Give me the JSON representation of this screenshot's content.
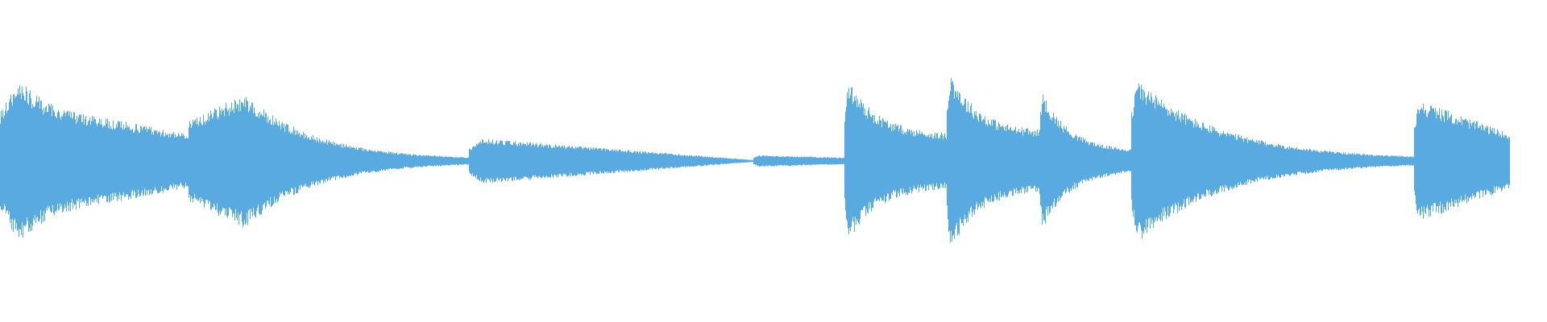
{
  "waveform": {
    "color": "#5aaae2",
    "background": "#ffffff",
    "centerline": 0.5,
    "duration_fraction": 0.976,
    "segments": [
      {
        "start": 0.0,
        "end": 0.122,
        "attack": 0.1,
        "peak": 0.255,
        "sustain": 0.08,
        "decay": "swell"
      },
      {
        "start": 0.122,
        "end": 0.303,
        "attack": 0.2,
        "peak": 0.21,
        "sustain": 0.003,
        "decay": "exp"
      },
      {
        "start": 0.303,
        "end": 0.487,
        "attack": 0.05,
        "peak": 0.07,
        "sustain": 0.003,
        "decay": "linear"
      },
      {
        "start": 0.487,
        "end": 0.546,
        "attack": 0.05,
        "peak": 0.018,
        "sustain": 0.006,
        "decay": "flat"
      },
      {
        "start": 0.546,
        "end": 0.612,
        "attack": 0.03,
        "peak": 0.255,
        "sustain": 0.08,
        "decay": "exp"
      },
      {
        "start": 0.612,
        "end": 0.672,
        "attack": 0.03,
        "peak": 0.285,
        "sustain": 0.09,
        "decay": "exp"
      },
      {
        "start": 0.672,
        "end": 0.731,
        "attack": 0.03,
        "peak": 0.215,
        "sustain": 0.03,
        "decay": "exp"
      },
      {
        "start": 0.731,
        "end": 0.914,
        "attack": 0.02,
        "peak": 0.255,
        "sustain": 0.004,
        "decay": "exp"
      },
      {
        "start": 0.914,
        "end": 0.976,
        "attack": 0.04,
        "peak": 0.19,
        "sustain": 0.05,
        "decay": "tail"
      }
    ]
  }
}
